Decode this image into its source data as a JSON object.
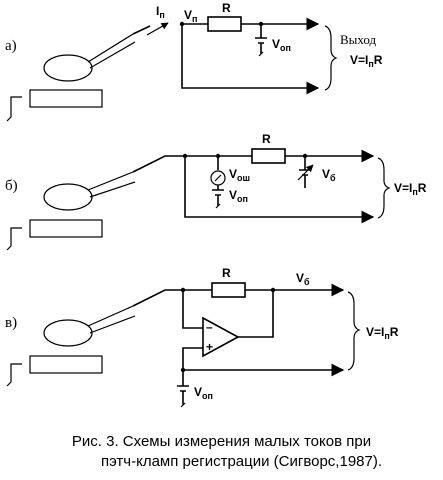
{
  "panel_a": {
    "label": "а)",
    "current": "I",
    "current_sub": "п",
    "vp": "V",
    "vp_sub": "п",
    "r": "R",
    "vop": "V",
    "vop_sub": "оп",
    "output_word": "Выход",
    "formula_v": "V=I",
    "formula_sub": "п",
    "formula_r": "R"
  },
  "panel_b": {
    "label": "б)",
    "r": "R",
    "vosh": "V",
    "vosh_sub": "ош",
    "vop": "V",
    "vop_sub": "оп",
    "vb": "V",
    "vb_sub": "б",
    "formula_v": "V=I",
    "formula_sub": "п",
    "formula_r": "R"
  },
  "panel_c": {
    "label": "в)",
    "r": "R",
    "vb": "V",
    "vb_sub": "б",
    "minus": "–",
    "plus": "+",
    "vop": "V",
    "vop_sub": "оп",
    "formula_v": "V=I",
    "formula_sub": "п",
    "formula_r": "R"
  },
  "caption": {
    "line1": "Рис. 3.  Схемы измерения малых токов при",
    "line2": "пэтч-кламп регистрации (Сигворс,1987)."
  }
}
